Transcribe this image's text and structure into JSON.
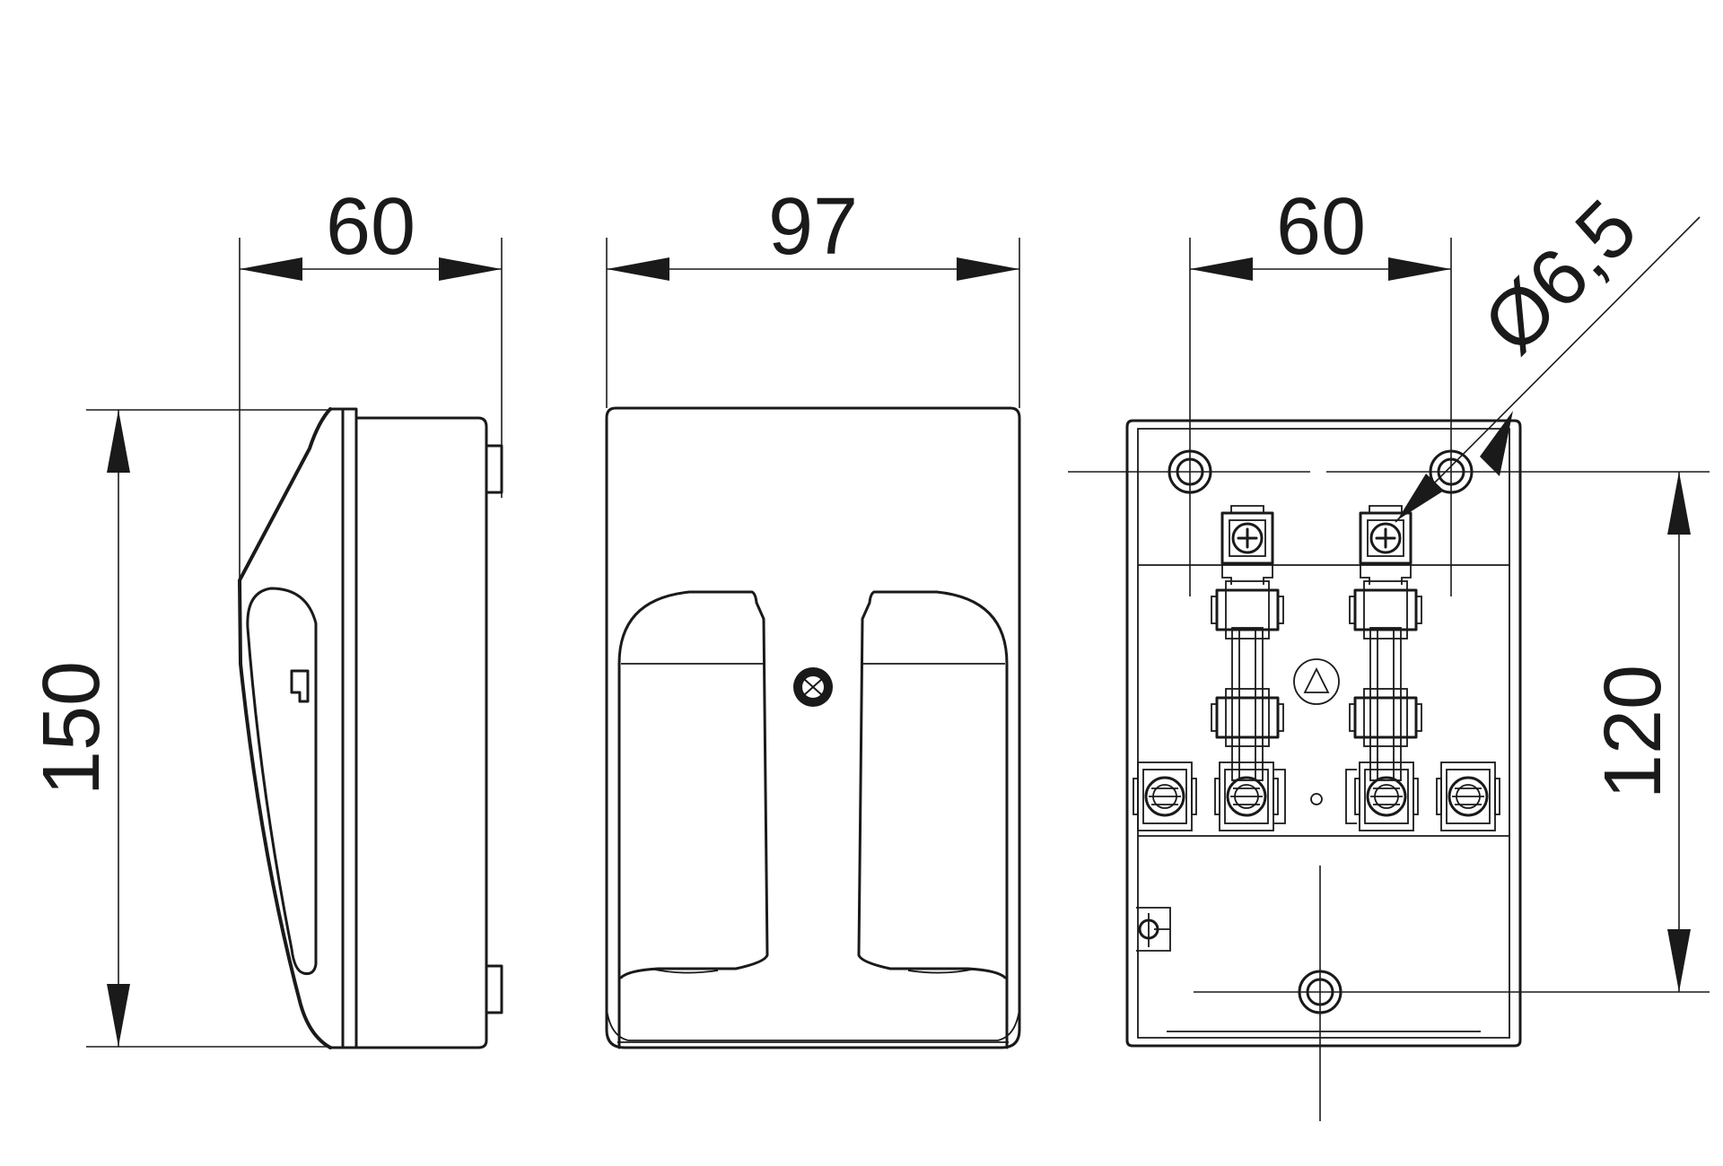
{
  "drawing": {
    "labels": {
      "side_width": "60",
      "front_width": "97",
      "hole_spacing_horizontal": "60",
      "hole_diameter": "Ø6,5",
      "overall_height": "150",
      "hole_spacing_vertical": "120"
    }
  }
}
